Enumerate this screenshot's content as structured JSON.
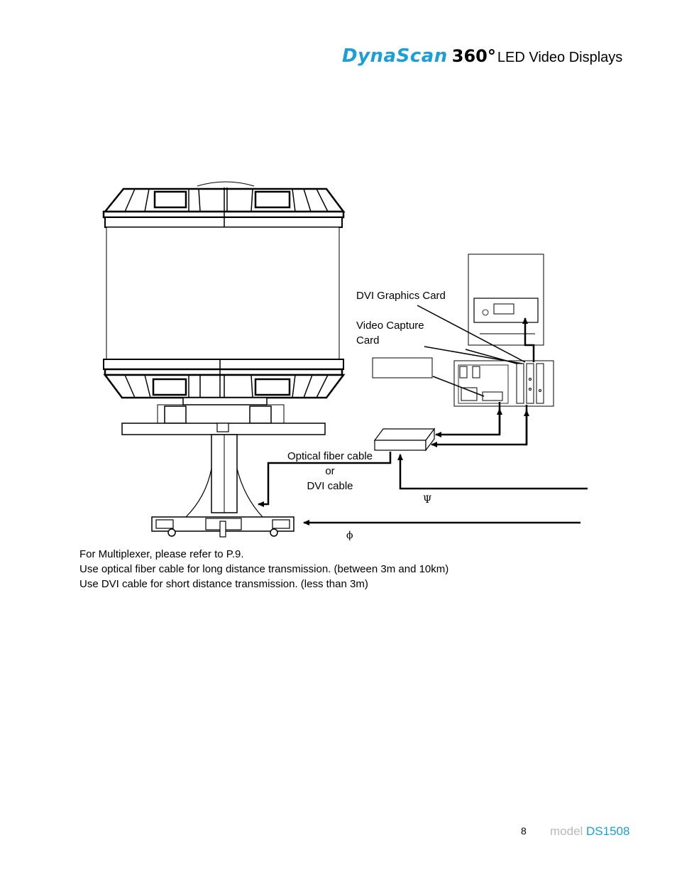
{
  "header": {
    "brand_logo": "DynaScan",
    "brand_360": "360°",
    "brand_rest": "LED Video Displays"
  },
  "diagram": {
    "labels": {
      "dvi_graphics_card": "DVI Graphics Card",
      "video_capture_line1": "Video Capture",
      "video_capture_line2": "Card",
      "cable_line1": "Optical fiber cable",
      "cable_line2": "or",
      "cable_line3": "DVI cable",
      "psi_symbol": "Ψ",
      "phi_symbol": "ϕ"
    }
  },
  "notes": [
    "For Multiplexer, please refer to P.9.",
    "Use optical fiber cable for long distance transmission. (between 3m and 10km)",
    "Use DVI cable for short distance transmission. (less than 3m)"
  ],
  "footer": {
    "page_number": "8",
    "model_prefix": "model ",
    "model_name": "DS1508"
  },
  "colors": {
    "brand_blue": "#1a9fd6",
    "footer_gray": "#b9b9b9"
  }
}
